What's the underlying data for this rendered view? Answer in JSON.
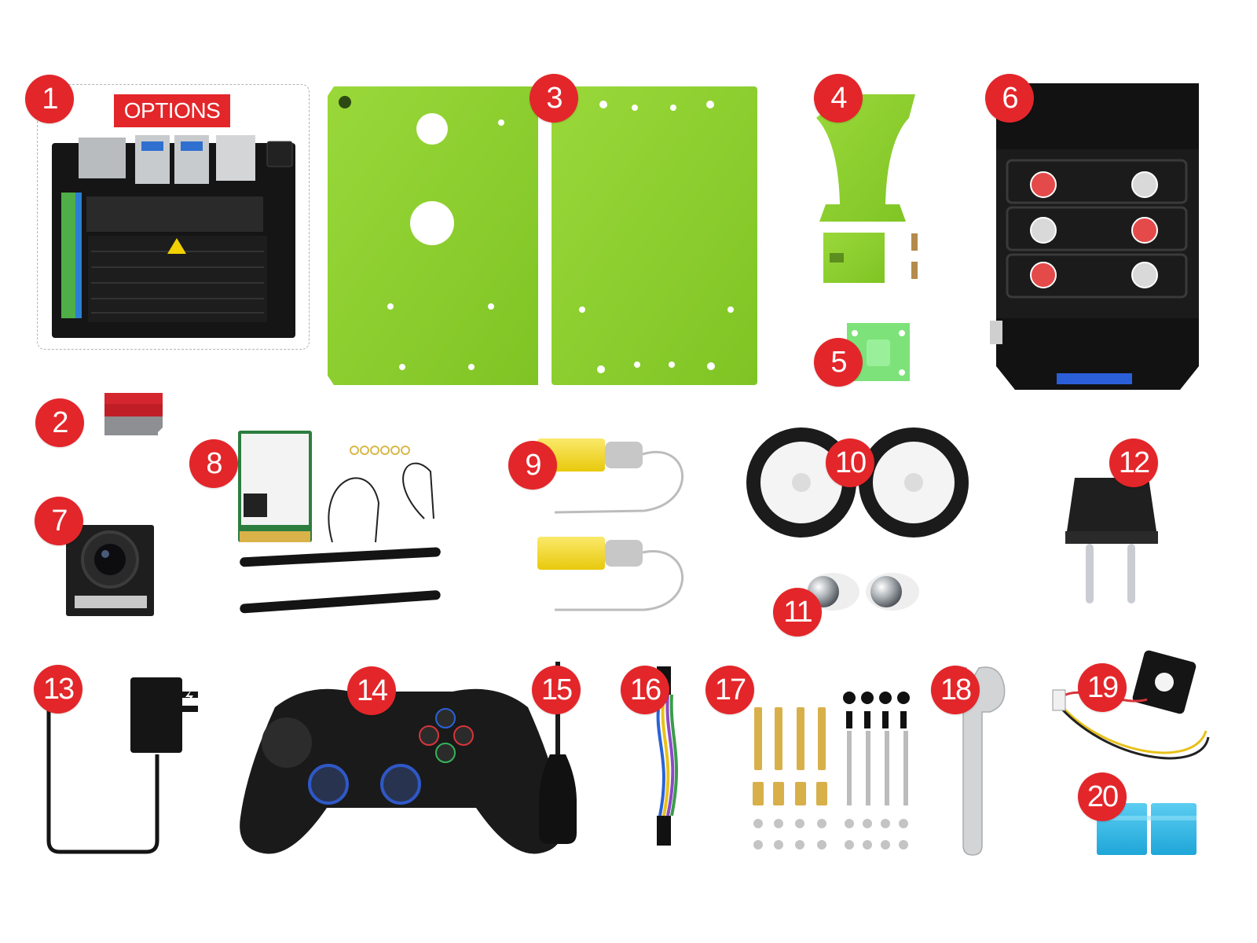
{
  "options_label": "OPTIONS",
  "colors": {
    "badge": "#e3262a",
    "plate_green": "#8cce2a",
    "board_black": "#111111",
    "motor_yellow": "#f5dd16",
    "pad_blue": "#2cb6e4"
  },
  "items": [
    {
      "number": "1",
      "icon": "jetson-nano-board"
    },
    {
      "number": "2",
      "icon": "microsd-card"
    },
    {
      "number": "3",
      "icon": "aluminum-chassis-plates"
    },
    {
      "number": "4",
      "icon": "camera-bracket"
    },
    {
      "number": "5",
      "icon": "acrylic-spacer"
    },
    {
      "number": "6",
      "icon": "expansion-board-battery-holder"
    },
    {
      "number": "7",
      "icon": "camera-module"
    },
    {
      "number": "8",
      "icon": "wireless-card-antennas"
    },
    {
      "number": "9",
      "icon": "gear-motors"
    },
    {
      "number": "10",
      "icon": "wheels"
    },
    {
      "number": "11",
      "icon": "ball-casters"
    },
    {
      "number": "12",
      "icon": "plug-adapter"
    },
    {
      "number": "13",
      "icon": "power-adapter"
    },
    {
      "number": "14",
      "icon": "wireless-gamepad"
    },
    {
      "number": "15",
      "icon": "screwdriver"
    },
    {
      "number": "16",
      "icon": "jumper-wires"
    },
    {
      "number": "17",
      "icon": "standoffs-screws"
    },
    {
      "number": "18",
      "icon": "wrench"
    },
    {
      "number": "19",
      "icon": "cooling-fan"
    },
    {
      "number": "20",
      "icon": "thermal-pads"
    }
  ]
}
